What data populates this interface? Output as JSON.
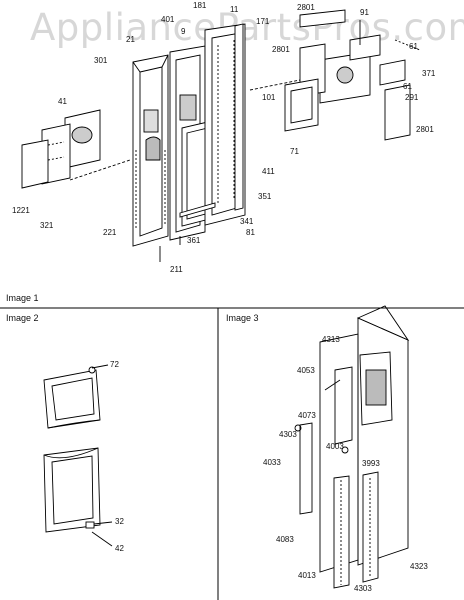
{
  "watermark": "AppliancePartsPros.com",
  "image1": {
    "caption": "Image 1",
    "callouts": [
      "181",
      "11",
      "171",
      "2801",
      "91",
      "61",
      "401",
      "21",
      "9",
      "301",
      "101",
      "2801",
      "371",
      "61",
      "291",
      "41",
      "71",
      "2801",
      "411",
      "351",
      "1221",
      "321",
      "341",
      "221",
      "81",
      "361",
      "211"
    ]
  },
  "image2": {
    "caption": "Image 2",
    "callouts": [
      "72",
      "32",
      "42"
    ]
  },
  "image3": {
    "caption": "Image 3",
    "callouts": [
      "4313",
      "4053",
      "4073",
      "4303",
      "4003",
      "4033",
      "3993",
      "4083",
      "4013",
      "4323",
      "4303"
    ]
  }
}
